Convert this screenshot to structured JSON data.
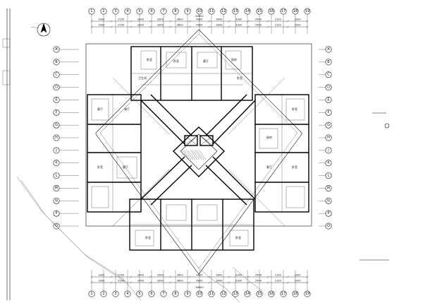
{
  "drawing": {
    "north_arrow": "north-arrow-icon",
    "axis_labels_top": [
      "1",
      "2",
      "3",
      "4",
      "5",
      "6",
      "7",
      "8",
      "9",
      "10",
      "11",
      "12",
      "13",
      "14",
      "15",
      "16",
      "17",
      "18",
      "19"
    ],
    "axis_labels_side": [
      "A",
      "B",
      "C",
      "D",
      "E",
      "F",
      "G",
      "H",
      "J",
      "K",
      "L",
      "M",
      "N",
      "P",
      "Q"
    ],
    "room_labels": [
      "卧室",
      "卧室",
      "客厅",
      "厨房",
      "卫生间",
      "卧室",
      "客厅",
      "餐厅",
      "卧室",
      "客厅",
      "卧室",
      "厨房",
      "卧室",
      "客厅",
      "卧室",
      "卧室"
    ],
    "dims_top": [
      "3300",
      "2100",
      "2400",
      "3300",
      "3600",
      "4800",
      "3600",
      "3300",
      "2400",
      "2100",
      "3300"
    ],
    "dims_bottom": [
      "3300",
      "2100",
      "2400",
      "3300",
      "3600",
      "4800",
      "3600",
      "3300",
      "2400",
      "2100",
      "3300"
    ],
    "dims_total": "48600",
    "title_block_label": "",
    "colors": {
      "line": "#111111",
      "background": "#ffffff"
    }
  }
}
